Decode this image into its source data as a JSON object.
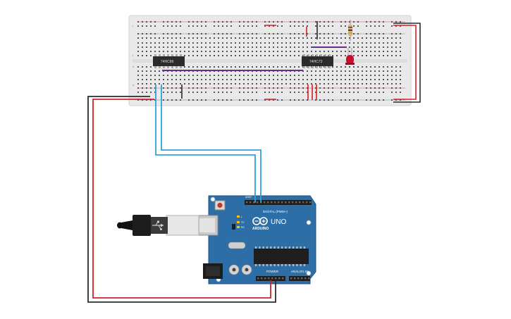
{
  "breadboard": {
    "chips": [
      {
        "id": "chip-left",
        "label": "74HC86"
      },
      {
        "id": "chip-right",
        "label": "74HC73"
      }
    ],
    "row_labels_top": [
      "j",
      "f"
    ],
    "row_labels_bottom": [
      "e",
      "a"
    ]
  },
  "arduino": {
    "brand": "ARDUINO",
    "model": "UNO",
    "digital_header": "DIGITAL (PWM~)",
    "power_header": "POWER",
    "analog_header": "ANALOG IN",
    "aref_label": "AREF",
    "gnd_label": "GND",
    "tx_label": "TX",
    "rx_label": "RX",
    "l_label": "L"
  },
  "colors": {
    "wire_red": "#d42027",
    "wire_black": "#2b2b2b",
    "wire_blue": "#2ea3d6",
    "wire_purple": "#6a2c8f",
    "board_blue": "#2e6ea6",
    "breadboard": "#e9e9e9",
    "led_red": "#c8102e"
  }
}
